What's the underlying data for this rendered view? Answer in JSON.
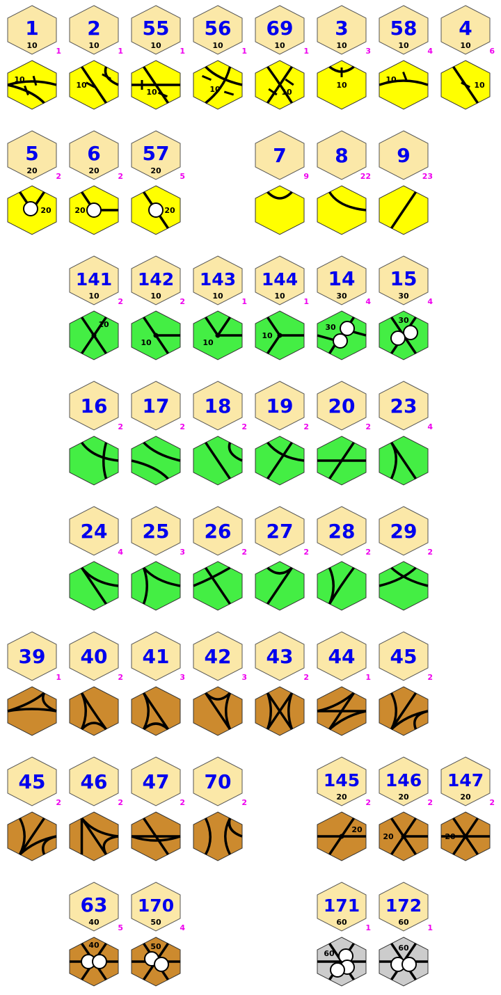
{
  "colors": {
    "label_hex": "#fbe8a8",
    "yellow": "#ffff00",
    "green": "#44ee44",
    "brown": "#cc8a2e",
    "gray": "#cccccc",
    "id_text": "#0000ee",
    "count_text": "#ee00ee"
  },
  "tiles": [
    {
      "id": "1",
      "sub": "10",
      "count": "1",
      "color": "yellow",
      "val": "10",
      "art": "yl_double_curve"
    },
    {
      "id": "2",
      "sub": "10",
      "count": "1",
      "color": "yellow",
      "val": "10",
      "art": "yl_double_cross"
    },
    {
      "id": "55",
      "sub": "10",
      "count": "1",
      "color": "yellow",
      "val": "10",
      "art": "yl_double_straight"
    },
    {
      "id": "56",
      "sub": "10",
      "count": "1",
      "color": "yellow",
      "val": "10",
      "art": "yl_double_curve2"
    },
    {
      "id": "69",
      "sub": "10",
      "count": "1",
      "color": "yellow",
      "val": "10",
      "art": "yl_double_cross2"
    },
    {
      "id": "3",
      "sub": "10",
      "count": "3",
      "color": "yellow",
      "val": "10",
      "art": "yl_tight_town"
    },
    {
      "id": "58",
      "sub": "10",
      "count": "4",
      "color": "yellow",
      "val": "10",
      "art": "yl_gentle_town"
    },
    {
      "id": "4",
      "sub": "10",
      "count": "6",
      "color": "yellow",
      "val": "10",
      "art": "yl_straight_town"
    },
    {
      "id": "5",
      "sub": "20",
      "count": "2",
      "color": "yellow",
      "val": "20",
      "art": "yl_city_5"
    },
    {
      "id": "6",
      "sub": "20",
      "count": "2",
      "color": "yellow",
      "val": "20",
      "art": "yl_city_6"
    },
    {
      "id": "57",
      "sub": "20",
      "count": "5",
      "color": "yellow",
      "val": "20",
      "art": "yl_city_57"
    },
    {
      "id": "7",
      "sub": "",
      "count": "9",
      "color": "yellow",
      "val": "",
      "art": "yl_sharp"
    },
    {
      "id": "8",
      "sub": "",
      "count": "22",
      "color": "yellow",
      "val": "",
      "art": "yl_gentle"
    },
    {
      "id": "9",
      "sub": "",
      "count": "23",
      "color": "yellow",
      "val": "",
      "art": "yl_straight"
    },
    {
      "id": "141",
      "sub": "10",
      "count": "2",
      "color": "green",
      "val": "10",
      "art": "gr_141"
    },
    {
      "id": "142",
      "sub": "10",
      "count": "2",
      "color": "green",
      "val": "10",
      "art": "gr_142"
    },
    {
      "id": "143",
      "sub": "10",
      "count": "1",
      "color": "green",
      "val": "10",
      "art": "gr_143"
    },
    {
      "id": "144",
      "sub": "10",
      "count": "1",
      "color": "green",
      "val": "10",
      "art": "gr_144"
    },
    {
      "id": "14",
      "sub": "30",
      "count": "4",
      "color": "green",
      "val": "30",
      "art": "gr_14"
    },
    {
      "id": "15",
      "sub": "30",
      "count": "4",
      "color": "green",
      "val": "30",
      "art": "gr_15"
    },
    {
      "id": "16",
      "sub": "",
      "count": "2",
      "color": "green",
      "val": "",
      "art": "gr_16"
    },
    {
      "id": "17",
      "sub": "",
      "count": "2",
      "color": "green",
      "val": "",
      "art": "gr_17"
    },
    {
      "id": "18",
      "sub": "",
      "count": "2",
      "color": "green",
      "val": "",
      "art": "gr_18"
    },
    {
      "id": "19",
      "sub": "",
      "count": "2",
      "color": "green",
      "val": "",
      "art": "gr_19"
    },
    {
      "id": "20",
      "sub": "",
      "count": "2",
      "color": "green",
      "val": "",
      "art": "gr_20"
    },
    {
      "id": "23",
      "sub": "",
      "count": "4",
      "color": "green",
      "val": "",
      "art": "gr_23"
    },
    {
      "id": "24",
      "sub": "",
      "count": "4",
      "color": "green",
      "val": "",
      "art": "gr_24"
    },
    {
      "id": "25",
      "sub": "",
      "count": "3",
      "color": "green",
      "val": "",
      "art": "gr_25"
    },
    {
      "id": "26",
      "sub": "",
      "count": "2",
      "color": "green",
      "val": "",
      "art": "gr_26"
    },
    {
      "id": "27",
      "sub": "",
      "count": "2",
      "color": "green",
      "val": "",
      "art": "gr_27"
    },
    {
      "id": "28",
      "sub": "",
      "count": "2",
      "color": "green",
      "val": "",
      "art": "gr_28"
    },
    {
      "id": "29",
      "sub": "",
      "count": "2",
      "color": "green",
      "val": "",
      "art": "gr_29"
    },
    {
      "id": "39",
      "sub": "",
      "count": "1",
      "color": "brown",
      "val": "",
      "art": "br_39"
    },
    {
      "id": "40",
      "sub": "",
      "count": "2",
      "color": "brown",
      "val": "",
      "art": "br_40"
    },
    {
      "id": "41",
      "sub": "",
      "count": "3",
      "color": "brown",
      "val": "",
      "art": "br_41"
    },
    {
      "id": "42",
      "sub": "",
      "count": "3",
      "color": "brown",
      "val": "",
      "art": "br_42"
    },
    {
      "id": "43",
      "sub": "",
      "count": "2",
      "color": "brown",
      "val": "",
      "art": "br_43"
    },
    {
      "id": "44",
      "sub": "",
      "count": "1",
      "color": "brown",
      "val": "",
      "art": "br_44"
    },
    {
      "id": "45",
      "sub": "",
      "count": "2",
      "color": "brown",
      "val": "",
      "art": "br_45"
    },
    {
      "id": "45",
      "sub": "",
      "count": "2",
      "color": "brown",
      "val": "",
      "art": "br_45b"
    },
    {
      "id": "46",
      "sub": "",
      "count": "2",
      "color": "brown",
      "val": "",
      "art": "br_46"
    },
    {
      "id": "47",
      "sub": "",
      "count": "2",
      "color": "brown",
      "val": "",
      "art": "br_47"
    },
    {
      "id": "70",
      "sub": "",
      "count": "2",
      "color": "brown",
      "val": "",
      "art": "br_70"
    },
    {
      "id": "145",
      "sub": "20",
      "count": "2",
      "color": "brown",
      "val": "20",
      "art": "br_145"
    },
    {
      "id": "146",
      "sub": "20",
      "count": "2",
      "color": "brown",
      "val": "20",
      "art": "br_146"
    },
    {
      "id": "147",
      "sub": "20",
      "count": "2",
      "color": "brown",
      "val": "20",
      "art": "br_147"
    },
    {
      "id": "63",
      "sub": "40",
      "count": "5",
      "color": "brown",
      "val": "40",
      "art": "br_63"
    },
    {
      "id": "170",
      "sub": "50",
      "count": "4",
      "color": "brown",
      "val": "50",
      "art": "br_170"
    },
    {
      "id": "171",
      "sub": "60",
      "count": "1",
      "color": "gray",
      "val": "60",
      "art": "gy_171"
    },
    {
      "id": "172",
      "sub": "60",
      "count": "1",
      "color": "gray",
      "val": "60",
      "art": "gy_172"
    }
  ]
}
